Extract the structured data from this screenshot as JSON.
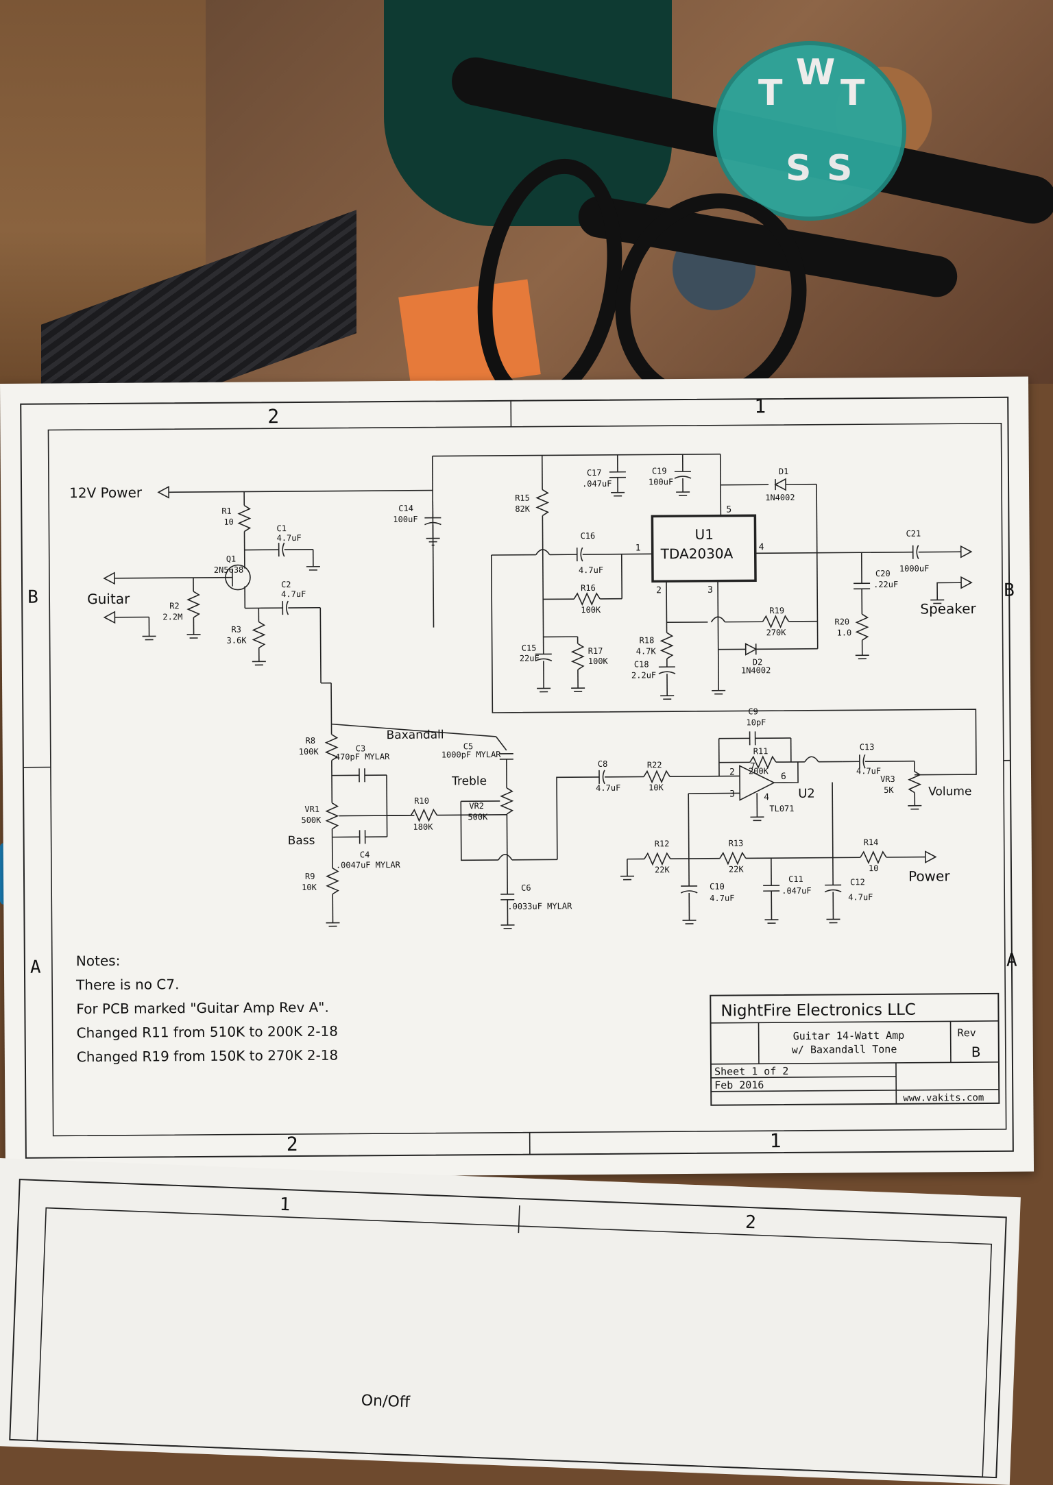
{
  "pillbox": {
    "letters": [
      "T",
      "W",
      "T",
      "S",
      "S"
    ]
  },
  "border": {
    "top_zones": [
      "2",
      "1"
    ],
    "bottom_zones": [
      "2",
      "1"
    ],
    "left_rows": [
      "B",
      "A"
    ],
    "right_rows": [
      "B",
      "A"
    ]
  },
  "ports": {
    "power_in": "12V Power",
    "guitar": "Guitar",
    "speaker": "Speaker",
    "power_out": "Power",
    "volume": "Volume",
    "bass": "Bass",
    "treble": "Treble",
    "baxandall": "Baxandall"
  },
  "parts": {
    "r1": {
      "ref": "R1",
      "val": "10"
    },
    "r2": {
      "ref": "R2",
      "val": "2.2M"
    },
    "r3": {
      "ref": "R3",
      "val": "3.6K"
    },
    "c1": {
      "ref": "C1",
      "val": "4.7uF"
    },
    "c2": {
      "ref": "C2",
      "val": "4.7uF"
    },
    "q1": {
      "ref": "Q1",
      "val": "2N5638"
    },
    "c14": {
      "ref": "C14",
      "val": "100uF"
    },
    "r15": {
      "ref": "R15",
      "val": "82K"
    },
    "c16": {
      "ref": "C16",
      "val": "4.7uF"
    },
    "r16": {
      "ref": "R16",
      "val": "100K"
    },
    "c15": {
      "ref": "C15",
      "val": "22uF"
    },
    "r17": {
      "ref": "R17",
      "val": "100K"
    },
    "c17": {
      "ref": "C17",
      "val": ".047uF"
    },
    "c19": {
      "ref": "C19",
      "val": "100uF"
    },
    "u1": {
      "ref": "U1",
      "val": "TDA2030A"
    },
    "d1": {
      "ref": "D1",
      "val": "1N4002"
    },
    "d2": {
      "ref": "D2",
      "val": "1N4002"
    },
    "r18": {
      "ref": "R18",
      "val": "4.7K"
    },
    "c18": {
      "ref": "C18",
      "val": "2.2uF"
    },
    "r19": {
      "ref": "R19",
      "val": "270K"
    },
    "c21": {
      "ref": "C21",
      "val": "1000uF"
    },
    "c20": {
      "ref": "C20",
      "val": ".22uF"
    },
    "r20": {
      "ref": "R20",
      "val": "1.0"
    },
    "r8": {
      "ref": "R8",
      "val": "100K"
    },
    "c3": {
      "ref": "C3",
      "val": "470pF MYLAR"
    },
    "c5": {
      "ref": "C5",
      "val": "1000pF MYLAR"
    },
    "vr1": {
      "ref": "VR1",
      "val": "500K"
    },
    "r10": {
      "ref": "R10",
      "val": "180K"
    },
    "vr2": {
      "ref": "VR2",
      "val": "500K"
    },
    "c4": {
      "ref": "C4",
      "val": ".0047uF MYLAR"
    },
    "r9": {
      "ref": "R9",
      "val": "10K"
    },
    "c6": {
      "ref": "C6",
      "val": ".0033uF MYLAR"
    },
    "c8": {
      "ref": "C8",
      "val": "4.7uF"
    },
    "r22": {
      "ref": "R22",
      "val": "10K"
    },
    "c9": {
      "ref": "C9",
      "val": "10pF"
    },
    "r11": {
      "ref": "R11",
      "val": "200K"
    },
    "u2": {
      "ref": "U2",
      "val": "TL071"
    },
    "c13": {
      "ref": "C13",
      "val": "4.7uF"
    },
    "vr3": {
      "ref": "VR3",
      "val": "5K"
    },
    "r12": {
      "ref": "R12",
      "val": "22K"
    },
    "r13": {
      "ref": "R13",
      "val": "22K"
    },
    "r14": {
      "ref": "R14",
      "val": "10"
    },
    "c10": {
      "ref": "C10",
      "val": "4.7uF"
    },
    "c11": {
      "ref": "C11",
      "val": ".047uF"
    },
    "c12": {
      "ref": "C12",
      "val": "4.7uF"
    }
  },
  "pins": {
    "u1": [
      "1",
      "2",
      "3",
      "4",
      "5"
    ],
    "u2": [
      "2",
      "3",
      "4",
      "6",
      "7"
    ]
  },
  "notes": {
    "title": "Notes:",
    "lines": [
      "There is no C7.",
      "For PCB marked \"Guitar Amp Rev A\".",
      "Changed R11 from 510K to 200K 2-18",
      "Changed R19 from 150K to 270K 2-18"
    ]
  },
  "title_block": {
    "company": "NightFire Electronics LLC",
    "title_line1": "Guitar 14-Watt Amp",
    "title_line2": "w/ Baxandall Tone",
    "rev_label": "Rev",
    "rev": "B",
    "sheet": "Sheet 1 of 2",
    "date": "Feb 2016",
    "url": "www.vakits.com"
  },
  "sheet2": {
    "zones": [
      "1",
      "2"
    ],
    "label": "On/Off"
  }
}
